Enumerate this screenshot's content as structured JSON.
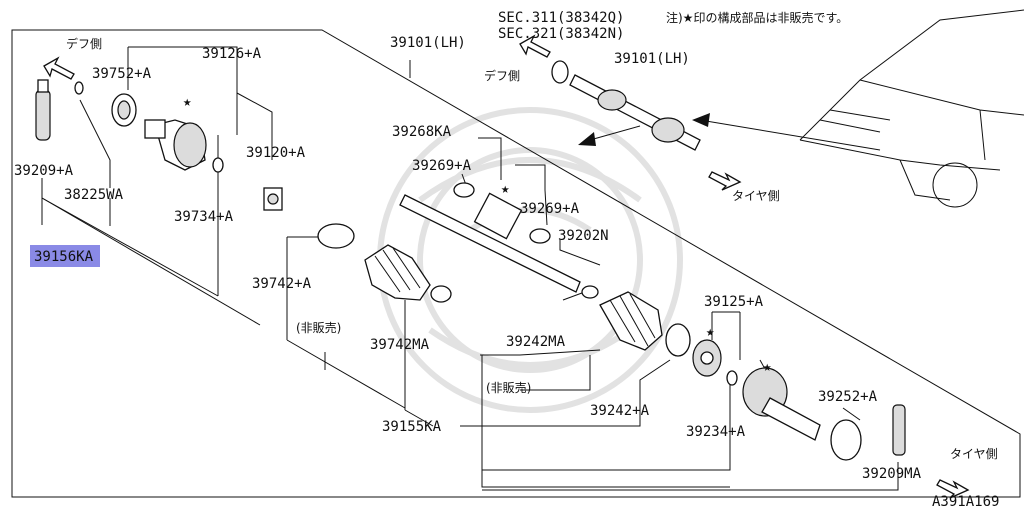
{
  "colors": {
    "highlight": "#8a8ae6",
    "ink": "#111111",
    "watermark": "#e2e2e2"
  },
  "header": {
    "sec1": "SEC.311(38342Q)",
    "sec2": "SEC.321(38342N)",
    "note": "注)★印の構成部品は非販売です。"
  },
  "directions": {
    "diff_left": "デフ側",
    "diff_top": "デフ側",
    "tire_top": "タイヤ側",
    "tire_bottom": "タイヤ側"
  },
  "labels": {
    "p39126A": "39126+A",
    "p39752A": "39752+A",
    "p39209A": "39209+A",
    "p38225WA": "38225WA",
    "p39156KA_hl": "39156",
    "p39156KA_rest": "KA",
    "p39120A": "39120+A",
    "p39734A": "39734+A",
    "p39101LH_main": "39101(LH)",
    "p39101LH_top": "39101(LH)",
    "p39268KA": "39268KA",
    "p39269A_1": "39269+A",
    "p39269A_2": "39269+A",
    "p39202N": "39202N",
    "p39742A": "39742+A",
    "not_sold_1": "(非販売)",
    "p39742MA": "39742MA",
    "p39242MA": "39242MA",
    "not_sold_2": "(非販売)",
    "p39155KA": "39155KA",
    "p39125A": "39125+A",
    "p39242A": "39242+A",
    "p39234A": "39234+A",
    "p39252A": "39252+A",
    "p39209MA": "39209MA"
  },
  "stars": {
    "symbol": "★"
  },
  "footer": {
    "code": "A391A169"
  }
}
